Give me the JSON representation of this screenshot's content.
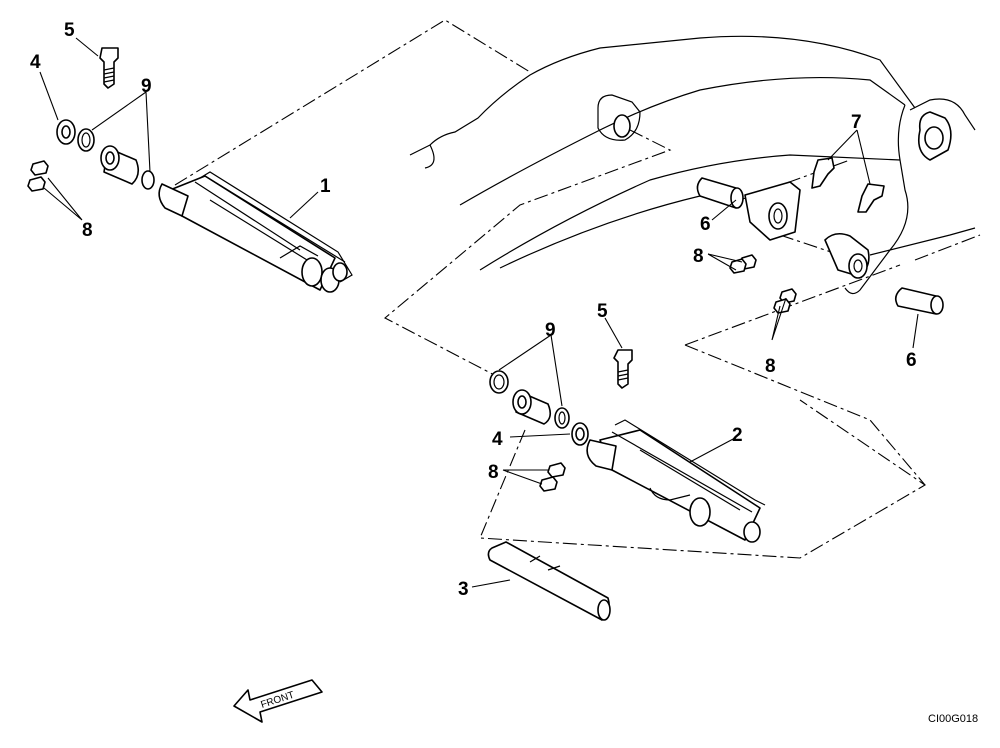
{
  "callouts": {
    "c1": "1",
    "c2": "2",
    "c3": "3",
    "c4_upper": "4",
    "c4_lower": "4",
    "c5_upper": "5",
    "c5_lower": "5",
    "c6_left": "6",
    "c6_right": "6",
    "c7": "7",
    "c8_upper_left": "8",
    "c8_boom": "8",
    "c8_bracket": "8",
    "c8_lower": "8",
    "c9_upper": "9",
    "c9_lower": "9"
  },
  "front_arrow_label": "FRONT",
  "drawing_code": "CI00G018"
}
